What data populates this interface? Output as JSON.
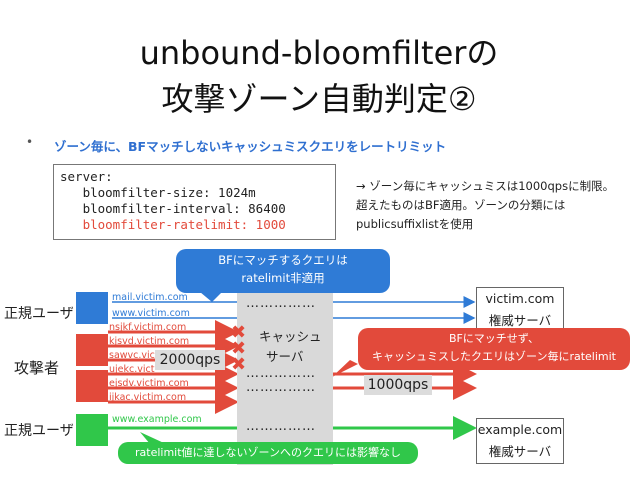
{
  "title": {
    "line1": "unbound-bloomfilterの",
    "line2": "攻撃ゾーン自動判定②"
  },
  "bullet": {
    "mark": "•",
    "text": "ゾーン毎に、BFマッチしないキャッシュミスクエリをレートリミット"
  },
  "config": {
    "line1": "server:",
    "line2": "   bloomfilter-size: 1024m",
    "line3": "   bloomfilter-interval: 86400",
    "line4": "   bloomfilter-ratelimit: 1000"
  },
  "note": {
    "line1": "→ ゾーン毎にキャッシュミスは1000qpsに制限。",
    "line2": "超えたものはBF適用。ゾーンの分類には",
    "line3": "publicsuffixlistを使用"
  },
  "actors": {
    "legit_user_top": "正規ユーザ",
    "attacker": "攻撃者",
    "legit_user_bottom": "正規ユーザ"
  },
  "hosts": {
    "legit_victim": [
      "mail.victim.com",
      "www.victim.com"
    ],
    "attack": [
      "nsjkf.victim.com",
      "kjsvd.victim.com",
      "sawvc.victim.com",
      "ujekc.victim.com",
      "ejsdv.victim.com",
      "ijkac.victim.com"
    ],
    "legit_example": "www.example.com"
  },
  "resolver": {
    "line1": "キャッシュ",
    "line2": "サーバ",
    "dots": "……………"
  },
  "auth_servers": {
    "victim": {
      "name": "victim.com",
      "role": "権威サーバ"
    },
    "example": {
      "name": "example.com",
      "role": "権威サーバ"
    }
  },
  "callouts": {
    "blue": {
      "line1": "BFにマッチするクエリは",
      "line2": "ratelimit非適用"
    },
    "red": {
      "line1": "BFにマッチせず、",
      "line2": "キャッシュミスしたクエリはゾーン毎にratelimit"
    },
    "green": "ratelimit値に達しないゾーンへのクエリには影響なし"
  },
  "rates": {
    "incoming": "2000qps",
    "outgoing": "1000qps"
  },
  "colors": {
    "blue": "#2f7bd6",
    "red": "#e24a3b",
    "green": "#30c74a",
    "resolver_gray": "#d9d9d9"
  }
}
